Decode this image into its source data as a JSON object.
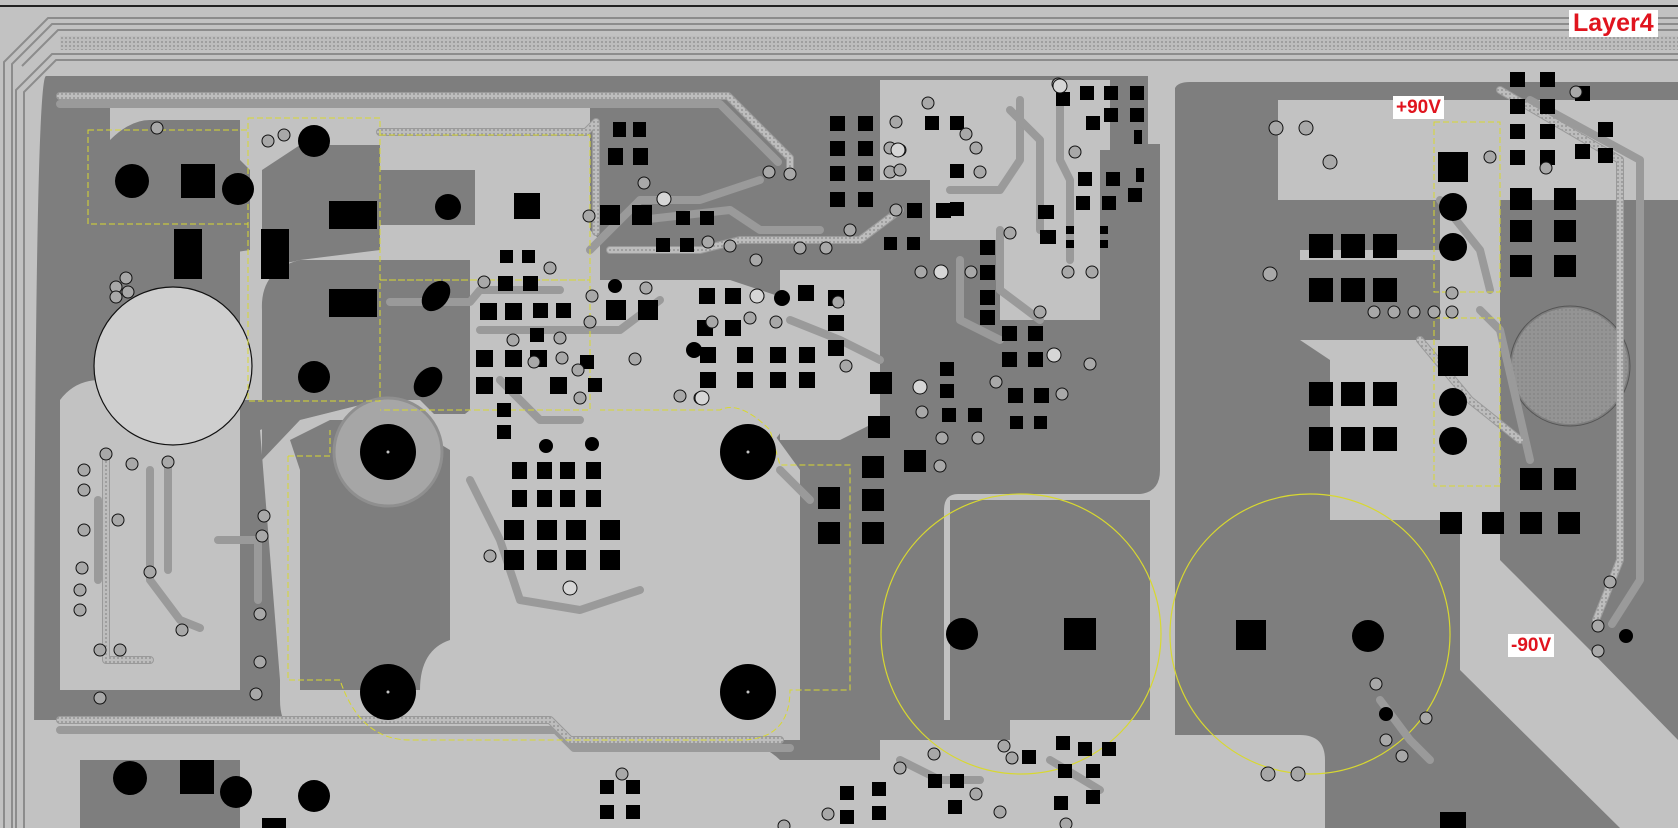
{
  "view": {
    "layer_label": "Layer4"
  },
  "net_labels": {
    "positive_rail": "+90V",
    "negative_rail": "-90V"
  },
  "colors": {
    "background": "#c2c2c2",
    "copper_pour": "#7e7e7e",
    "pad": "#000000",
    "via_fill": "#a8a8a8",
    "component_outline": "#e8e86a",
    "label_text": "#e0141e",
    "label_background": "#ffffff"
  }
}
